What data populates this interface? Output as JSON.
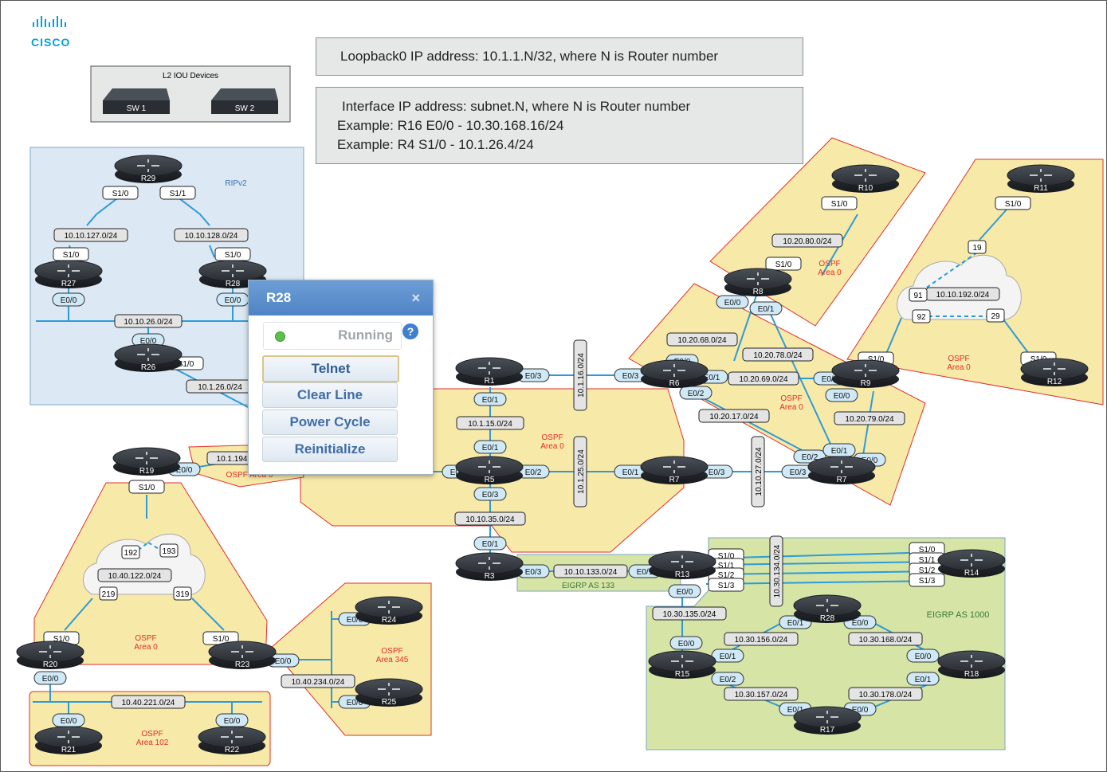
{
  "logo": {
    "text": "CISCO"
  },
  "info": {
    "loopback": "Loopback0 IP address: 10.1.1.N/32, where N is Router number",
    "interface_line1": "Interface IP address: subnet.N, where N is Router number",
    "interface_line2": "Example: R16 E0/0 - 10.30.168.16/24",
    "interface_line3": "Example: R4 S1/0 - 10.1.26.4/24"
  },
  "l2": {
    "title": "L2 IOU Devices",
    "sw1": "SW 1",
    "sw2": "SW 2"
  },
  "zones": {
    "rip": "RIPv2",
    "ospf": "OSPF",
    "area0": "Area 0",
    "ospf_area0": "OSPF Area 0",
    "area102": "Area 102",
    "area345": "Area 345",
    "eigrp133": "EIGRP AS 133",
    "eigrp1000": "EIGRP AS 1000"
  },
  "routers": [
    "R1",
    "R3",
    "R5",
    "R6",
    "R7",
    "R7",
    "R8",
    "R9",
    "R10",
    "R11",
    "R12",
    "R13",
    "R14",
    "R15",
    "R17",
    "R18",
    "R19",
    "R20",
    "R21",
    "R22",
    "R23",
    "R24",
    "R25",
    "R26",
    "R27",
    "R28",
    "R28",
    "R29"
  ],
  "subnets": [
    "10.10.127.0/24",
    "10.10.128.0/24",
    "10.10.26.0/24",
    "10.1.26.0/24",
    "10.1.194",
    "10.1.15.0/24",
    "10.1.16.0/24",
    "10.1.25.0/24",
    "10.10.35.0/24",
    "10.10.133.0/24",
    "10.10.27.0/24",
    "10.20.80.0/24",
    "10.20.68.0/24",
    "10.20.78.0/24",
    "10.20.69.0/24",
    "10.20.17.0/24",
    "10.20.79.0/24",
    "10.10.192.0/24",
    "10.40.122.0/24",
    "10.40.221.0/24",
    "10.40.234.0/24",
    "10.30.134.0/24",
    "10.30.135.0/24",
    "10.30.156.0/24",
    "10.30.168.0/24",
    "10.30.157.0/24",
    "10.30.178.0/24"
  ],
  "dlci": [
    "19",
    "91",
    "92",
    "29",
    "192",
    "193",
    "219",
    "319"
  ],
  "popup": {
    "title": "R28",
    "close": "×",
    "status": "Running",
    "help": "?",
    "actions": [
      "Telnet",
      "Clear Line",
      "Power Cycle",
      "Reinitialize"
    ]
  },
  "colors": {
    "link": "#2e9bd8",
    "ospf_zone": "#f7e9a8",
    "ospf_border": "#e0302a",
    "rip_zone": "#dfe9f4",
    "eigrp_zone": "#d6e4a6",
    "iface_fill": "#cfe9f7",
    "subnet_fill": "#e4e4e4"
  }
}
